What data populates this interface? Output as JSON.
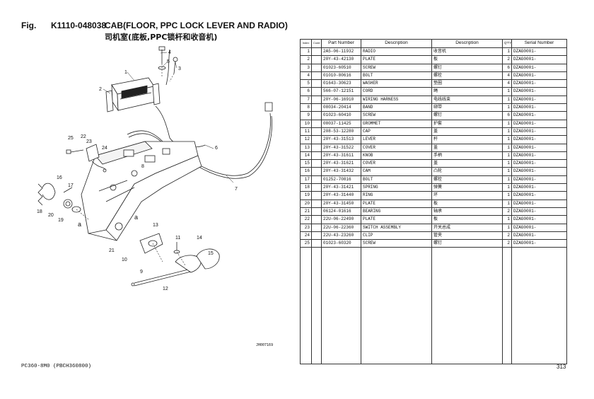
{
  "header": {
    "fig_label": "Fig.",
    "fig_code": "K1110-048038",
    "title": "CAB(FLOOR, PPC LOCK LEVER AND RADIO)",
    "subtitle": "司机室(底板,PPC锁杆和收音机)"
  },
  "drawing": {
    "code": "JH007169",
    "callouts": [
      "1",
      "2",
      "3",
      "4",
      "5",
      "6",
      "7",
      "8",
      "9",
      "10",
      "11",
      "12",
      "13",
      "14",
      "15",
      "16",
      "17",
      "18",
      "19",
      "20",
      "21",
      "22",
      "23",
      "24",
      "25",
      "a",
      "a"
    ]
  },
  "table": {
    "columns": [
      "Index",
      "Code",
      "Part Number",
      "Description",
      "Description",
      "Q'TY",
      "Serial Number"
    ],
    "rows": [
      {
        "index": "1",
        "code": "",
        "part": "2A5-06-11932",
        "desc_en": "RADIO",
        "desc_cn": "收音机",
        "qty": "1",
        "serial": "DZAG0001-"
      },
      {
        "index": "2",
        "code": "",
        "part": "20Y-43-42130",
        "desc_en": "PLATE",
        "desc_cn": "板",
        "qty": "2",
        "serial": "DZAG0001-"
      },
      {
        "index": "3",
        "code": "",
        "part": "01023-60510",
        "desc_en": "SCREW",
        "desc_cn": "螺钉",
        "qty": "6",
        "serial": "DZAG0001-"
      },
      {
        "index": "4",
        "code": "",
        "part": "01010-80616",
        "desc_en": "BOLT",
        "desc_cn": "螺栓",
        "qty": "4",
        "serial": "DZAG0001-"
      },
      {
        "index": "5",
        "code": "",
        "part": "01643-30623",
        "desc_en": "WASHER",
        "desc_cn": "垫圈",
        "qty": "4",
        "serial": "DZAG0001-"
      },
      {
        "index": "6",
        "code": "",
        "part": "566-07-12151",
        "desc_en": "CORD",
        "desc_cn": "绳",
        "qty": "1",
        "serial": "DZAG0001-"
      },
      {
        "index": "7",
        "code": "",
        "part": "20Y-06-16910",
        "desc_en": "WIRING HARNESS",
        "desc_cn": "电线线束",
        "qty": "1",
        "serial": "DZAG0001-"
      },
      {
        "index": "8",
        "code": "",
        "part": "08034-20414",
        "desc_en": "BAND",
        "desc_cn": "绑带",
        "qty": "1",
        "serial": "DZAG0001-"
      },
      {
        "index": "9",
        "code": "",
        "part": "01023-60410",
        "desc_en": "SCREW",
        "desc_cn": "螺钉",
        "qty": "6",
        "serial": "DZAG0001-"
      },
      {
        "index": "10",
        "code": "",
        "part": "08037-11425",
        "desc_en": "GROMMET",
        "desc_cn": "护套",
        "qty": "1",
        "serial": "DZAG0001-"
      },
      {
        "index": "11",
        "code": "",
        "part": "208-53-12280",
        "desc_en": "CAP",
        "desc_cn": "盖",
        "qty": "1",
        "serial": "DZAG0001-"
      },
      {
        "index": "12",
        "code": "",
        "part": "20Y-43-31513",
        "desc_en": "LEVER",
        "desc_cn": "杆",
        "qty": "1",
        "serial": "DZAG0001-"
      },
      {
        "index": "13",
        "code": "",
        "part": "20Y-43-31522",
        "desc_en": "COVER",
        "desc_cn": "盖",
        "qty": "1",
        "serial": "DZAG0001-"
      },
      {
        "index": "14",
        "code": "",
        "part": "20Y-43-31611",
        "desc_en": "KNOB",
        "desc_cn": "手柄",
        "qty": "1",
        "serial": "DZAG0001-"
      },
      {
        "index": "15",
        "code": "",
        "part": "20Y-43-31621",
        "desc_en": "COVER",
        "desc_cn": "盖",
        "qty": "1",
        "serial": "DZAG0001-"
      },
      {
        "index": "16",
        "code": "",
        "part": "20Y-43-31432",
        "desc_en": "CAM",
        "desc_cn": "凸轮",
        "qty": "1",
        "serial": "DZAG0001-"
      },
      {
        "index": "17",
        "code": "",
        "part": "01252-70816",
        "desc_en": "BOLT",
        "desc_cn": "螺栓",
        "qty": "1",
        "serial": "DZAG0001-"
      },
      {
        "index": "18",
        "code": "",
        "part": "20Y-43-31421",
        "desc_en": "SPRING",
        "desc_cn": "弹簧",
        "qty": "1",
        "serial": "DZAG0001-"
      },
      {
        "index": "19",
        "code": "",
        "part": "20Y-43-31440",
        "desc_en": "RING",
        "desc_cn": "环",
        "qty": "1",
        "serial": "DZAG0001-"
      },
      {
        "index": "20",
        "code": "",
        "part": "20Y-43-31450",
        "desc_en": "PLATE",
        "desc_cn": "板",
        "qty": "1",
        "serial": "DZAG0001-"
      },
      {
        "index": "21",
        "code": "",
        "part": "06124-01616",
        "desc_en": "BEARING",
        "desc_cn": "轴承",
        "qty": "2",
        "serial": "DZAG0001-"
      },
      {
        "index": "22",
        "code": "",
        "part": "22U-06-22490",
        "desc_en": "PLATE",
        "desc_cn": "板",
        "qty": "1",
        "serial": "DZAG0001-"
      },
      {
        "index": "23",
        "code": "",
        "part": "22U-06-22360",
        "desc_en": "SWITCH ASSEMBLY",
        "desc_cn": "开关总成",
        "qty": "1",
        "serial": "DZAG0001-"
      },
      {
        "index": "24",
        "code": "",
        "part": "22U-43-23260",
        "desc_en": "CLIP",
        "desc_cn": "管夹",
        "qty": "2",
        "serial": "DZAG0001-"
      },
      {
        "index": "25",
        "code": "",
        "part": "01023-60320",
        "desc_en": "SCREW",
        "desc_cn": "螺钉",
        "qty": "2",
        "serial": "DZAG0001-"
      }
    ]
  },
  "footer": {
    "model": "PC360-8M0 (PBCH360800)",
    "page": "313"
  }
}
